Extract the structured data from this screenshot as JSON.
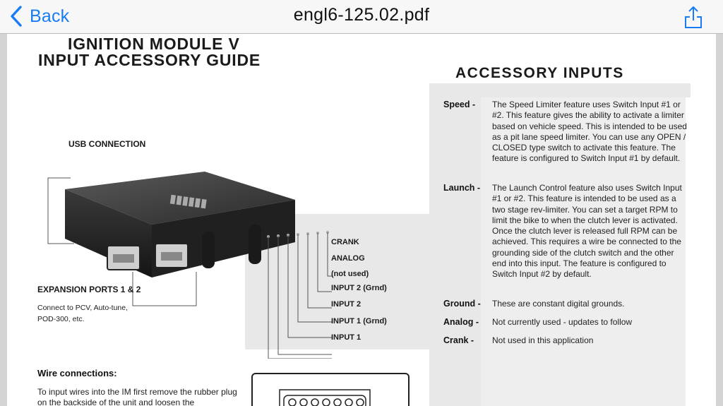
{
  "navbar": {
    "back_label": "Back",
    "title": "engl6-125.02.pdf",
    "icons": {
      "back": "chevron-left-icon",
      "share": "share-icon"
    },
    "accent_color": "#1a7cf5"
  },
  "guide": {
    "title_line1": "IGNITION MODULE V",
    "title_line2": "INPUT ACCESSORY GUIDE"
  },
  "diagram": {
    "usb_label": "USB CONNECTION",
    "expansion_label": "EXPANSION PORTS 1 & 2",
    "expansion_desc_line1": "Connect to PCV, Auto-tune,",
    "expansion_desc_line2": "POD-300, etc.",
    "wires": [
      "CRANK",
      "ANALOG",
      "(not used)",
      "INPUT 2 (Grnd)",
      "INPUT 2",
      "INPUT 1 (Grnd)",
      "INPUT 1"
    ]
  },
  "accessory": {
    "title": "ACCESSORY INPUTS",
    "items": [
      {
        "term": "Speed -",
        "desc": "The Speed Limiter feature uses Switch Input #1 or #2. This feature gives the ability to activate a limiter based on vehicle speed. This is intended to be used as a pit lane speed limiter. You can use any OPEN / CLOSED type switch to activate this feature. The feature is configured to Switch Input #1 by default."
      },
      {
        "term": "Launch -",
        "desc": "The Launch Control feature also uses Switch Input #1 or #2. This feature is intended to be used as a two stage rev-limiter.  You can set a target RPM to limit the bike to when the clutch lever is activated.  Once the clutch lever is released full RPM can be achieved.  This requires a wire be connected to the grounding side of the clutch switch and the other end into this input. The feature is configured to Switch Input #2 by default."
      },
      {
        "term": "Ground -",
        "desc": "These are constant digital grounds."
      },
      {
        "term": "Analog -",
        "desc": "Not currently used - updates to follow"
      },
      {
        "term": "Crank -",
        "desc": "Not used in this application"
      }
    ]
  },
  "wire_connections": {
    "heading": "Wire connections:",
    "text": "To input wires into the IM first remove the rubber plug on the backside of the unit and loosen the"
  }
}
